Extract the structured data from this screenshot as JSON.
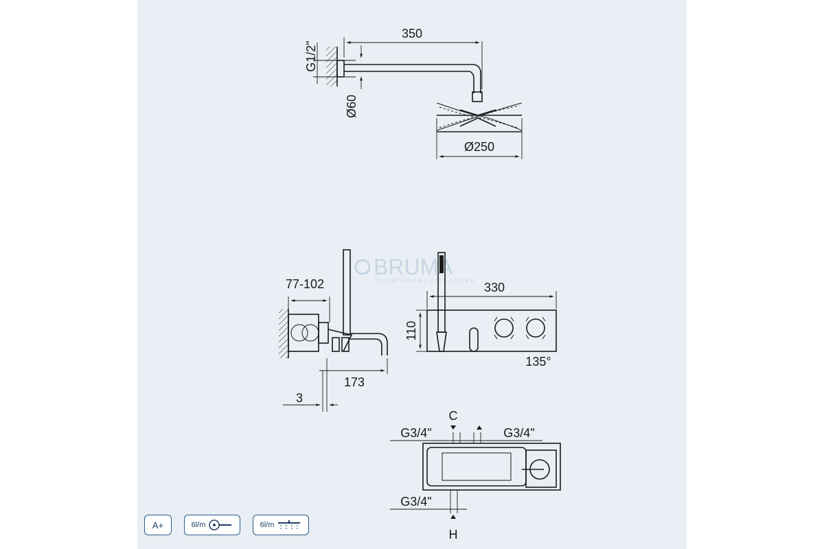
{
  "top_view": {
    "thread_label": "G1/2\"",
    "arm_length": "350",
    "flange_dia": "Ø60",
    "head_dia": "Ø250"
  },
  "side_view": {
    "depth": "77-102",
    "spout_length": "173",
    "offset": "3"
  },
  "front_view": {
    "width": "330",
    "height": "110",
    "angle": "135°"
  },
  "back_view": {
    "label_c": "C",
    "label_h": "H",
    "inlet_left": "G3/4\"",
    "inlet_right": "G3/4\"",
    "inlet_bottom": "G3/4\""
  },
  "watermark": {
    "brand": "BRUMA",
    "tagline": "FLOWINGARCHITECTURE"
  },
  "badges": {
    "energy": "A+",
    "hand_flow": "6l/m",
    "overhead_flow": "6l/m"
  }
}
